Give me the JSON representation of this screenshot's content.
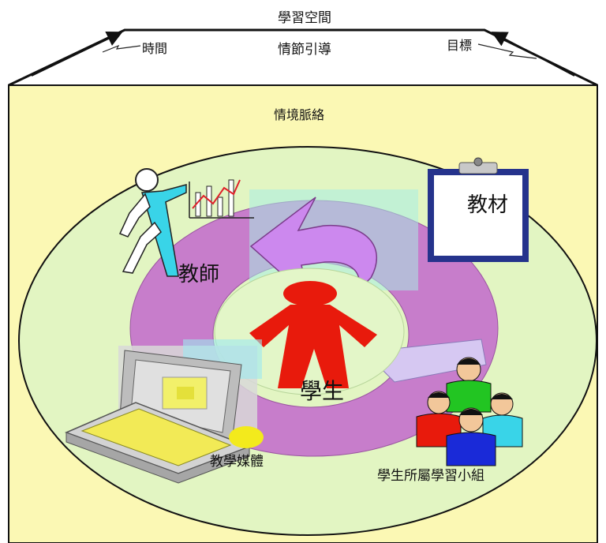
{
  "labels": {
    "title": "學習空間",
    "time": "時間",
    "guidance": "情節引導",
    "goal": "目標",
    "context": "情境脈絡",
    "teacher": "教師",
    "materials": "教材",
    "student": "學生",
    "media": "教學媒體",
    "group": "學生所屬學習小組"
  },
  "icons": {
    "teacher": "teacher-pointing-figure-icon",
    "chart": "line-chart-icon",
    "clipboard": "clipboard-icon",
    "student": "student-figure-icon",
    "laptop": "laptop-icon",
    "group": "student-group-icon"
  },
  "colors": {
    "backdrop": "#FBF8B4",
    "outer_ellipse": "#E2F5C2",
    "ring": "#C77DCB",
    "arrow": "#CC88EE",
    "inner_ellipse": "#E3F6C8",
    "student": "#E81A0C",
    "teacher": "#39D4E8",
    "materials_frame": "#25338C"
  }
}
